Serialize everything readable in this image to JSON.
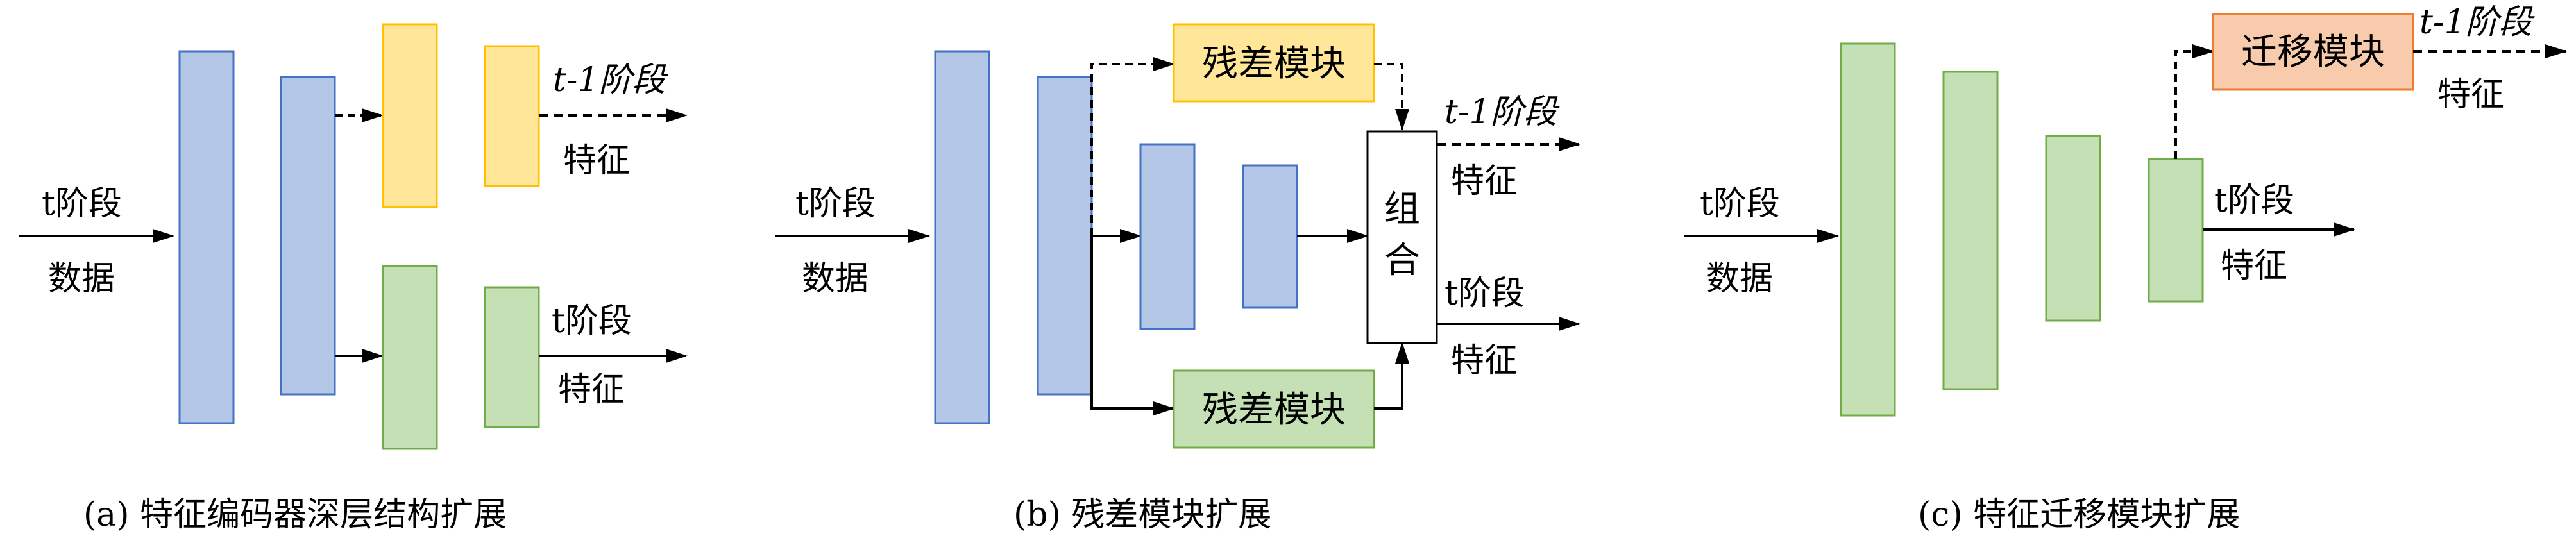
{
  "colors": {
    "blue_fill": "#b4c7e7",
    "blue_stroke": "#4472c4",
    "yellow_fill": "#ffe699",
    "yellow_stroke": "#ffc000",
    "green_fill": "#c5e0b4",
    "green_stroke": "#70ad47",
    "orange_fill": "#f8cbad",
    "orange_stroke": "#ed7d31",
    "line": "#000000"
  },
  "panel_a": {
    "input_label_1": "t阶段",
    "input_label_2": "数据",
    "out_prev_1": "t-1阶段",
    "out_prev_2": "特征",
    "out_cur_1": "t阶段",
    "out_cur_2": "特征",
    "caption": "(a) 特征编码器深层结构扩展"
  },
  "panel_b": {
    "input_label_1": "t阶段",
    "input_label_2": "数据",
    "residual_top": "残差模块",
    "residual_bottom": "残差模块",
    "combine_1": "组",
    "combine_2": "合",
    "out_prev_1": "t-1阶段",
    "out_prev_2": "特征",
    "out_cur_1": "t阶段",
    "out_cur_2": "特征",
    "caption": "(b) 残差模块扩展"
  },
  "panel_c": {
    "input_label_1": "t阶段",
    "input_label_2": "数据",
    "migration": "迁移模块",
    "out_prev_1": "t-1阶段",
    "out_prev_2": "特征",
    "out_cur_1": "t阶段",
    "out_cur_2": "特征",
    "caption": "(c) 特征迁移模块扩展"
  }
}
